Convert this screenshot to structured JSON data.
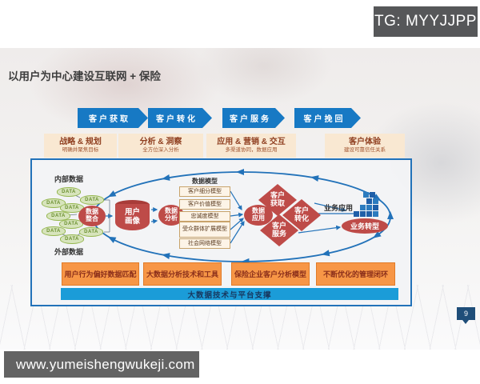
{
  "overlays": {
    "tg_badge": "TG: MYYJJPP",
    "footer_url": "www.yumeishengwukeji.com",
    "page_number": "9"
  },
  "slide": {
    "title": "以用户为中心建设互联网 + 保险",
    "stages": {
      "arrows": [
        "客户获取",
        "客户转化",
        "客户服务",
        "客户挽回"
      ],
      "cards": [
        {
          "title": "战略 & 规划",
          "subtitle": "明确并聚焦目标"
        },
        {
          "title": "分析 & 洞察",
          "subtitle": "全方位深入分析"
        },
        {
          "title": "应用 & 营销 & 交互",
          "subtitle": "多渠道协同，数据应用"
        },
        {
          "title": "客户体验",
          "subtitle": "建设可靠信任关系"
        }
      ]
    },
    "diagram": {
      "internal_data_label": "内部数据",
      "external_data_label": "外部数据",
      "data_pill_label": "DATA",
      "integration_label": "数据整合",
      "user_portrait_label": "用户画像",
      "analysis_label": "数据分析",
      "model_header": "数据模型",
      "models": [
        "客户细分模型",
        "客户价值模型",
        "忠诚度模型",
        "受众群体扩展模型",
        "社会网络模型"
      ],
      "application_label": "数据应用",
      "diamonds": [
        "客户获取",
        "客户转化",
        "客户服务"
      ],
      "business_app_label": "业务应用",
      "transformation_label": "业务转型",
      "foundation_boxes": [
        "用户行为偏好数据匹配",
        "大数据分析技术和工具",
        "保险企业客户分析模型",
        "不断优化的管理闭环"
      ],
      "platform_bar": "大数据技术与平台支撑"
    },
    "colors": {
      "banner_blue": "#1779C4",
      "cycle_blue": "#2272B9",
      "accent_red": "#BE4B48",
      "foundation_orange": "#F79646",
      "platform_blue": "#1B9CD8",
      "data_green": "#D7E4BC"
    }
  }
}
